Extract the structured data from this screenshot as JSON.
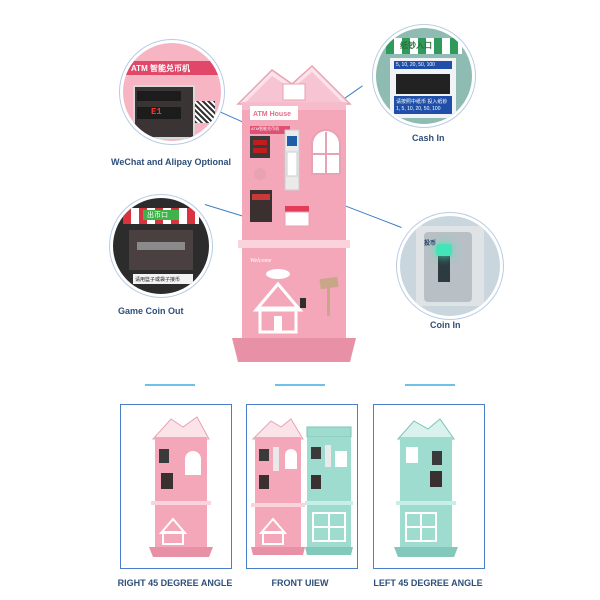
{
  "callouts": {
    "wechat_alipay": "WeChat and Alipay Optional",
    "cash_in": "Cash In",
    "game_coin_out": "Game Coin Out",
    "coin_in": "Coin In"
  },
  "machine": {
    "brand_sign": "ATM House",
    "front_marquee": "ATM智能兑币机",
    "welcome": "Welcome"
  },
  "detail_text": {
    "wechat_marquee": "ATM 智能兑币机",
    "display_code": "E1",
    "cash_sign": "纸钞入口",
    "cash_denominations_top": "5, 10, 20, 50, 100",
    "cash_instruction": "请按照中纸币 投入纸钞",
    "cash_denominations_bottom": "1, 5, 10, 20, 50, 100",
    "coin_out_sign": "出币口",
    "coin_out_instruction": "请用篮子或袋子接币",
    "coin_in_label": "投币"
  },
  "views": [
    {
      "caption": "RIGHT 45 DEGREE ANGLE"
    },
    {
      "caption": "FRONT UIEW"
    },
    {
      "caption": "LEFT 45 DEGREE ANGLE"
    }
  ],
  "colors": {
    "pink": "#f4a7b9",
    "mint": "#9fdcd0",
    "accent_blue": "#3b7fc4"
  }
}
